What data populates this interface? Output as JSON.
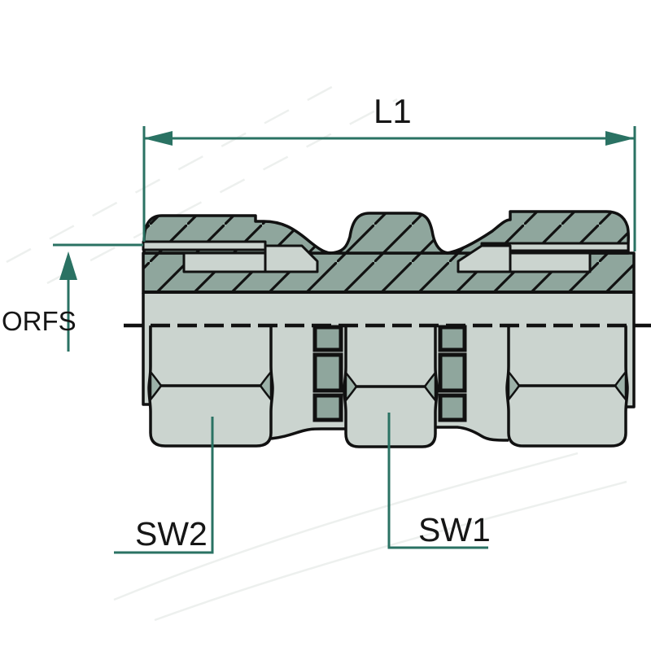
{
  "labels": {
    "dimension_length": "L1",
    "seal_standard": "ORFS",
    "wrench_size_2": "SW2",
    "wrench_size_1": "SW1"
  },
  "colors": {
    "dimension_green": "#2a7263",
    "outline": "#111111",
    "section_fill": "#8fa69d",
    "surface_fill": "#cbd4cf",
    "chamfer_fill": "#9cb1a8",
    "label_text": "#161616",
    "background": "#ffffff",
    "watermark": "#edf0ee"
  }
}
